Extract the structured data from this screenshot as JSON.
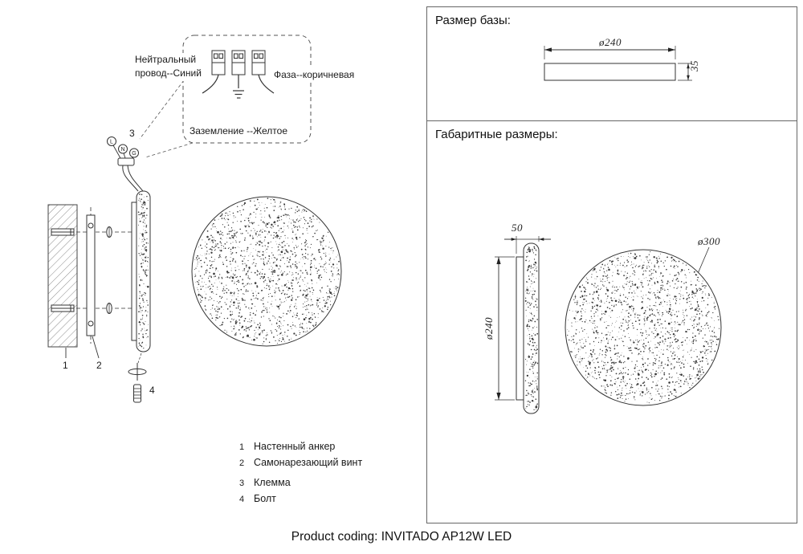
{
  "panel": {
    "base_title": "Размер базы:",
    "overall_title": "Габаритные размеры:",
    "dims": {
      "base_diameter": "ø240",
      "base_height": "35",
      "depth": "50",
      "side_diameter": "ø240",
      "front_diameter": "ø300"
    }
  },
  "wiring": {
    "neutral": "Нейтральный провод--Синий",
    "phase": "Фаза--коричневая",
    "ground": "Заземление --Желтое",
    "terminals": {
      "l": "L",
      "n": "N",
      "g": "G"
    }
  },
  "callouts": {
    "c1": "1",
    "c2": "2",
    "c3": "3",
    "c4": "4"
  },
  "legend": {
    "items": [
      {
        "num": "1",
        "label": "Настенный анкер"
      },
      {
        "num": "2",
        "label": "Самонарезающий винт"
      },
      {
        "num": "3",
        "label": "Клемма"
      },
      {
        "num": "4",
        "label": "Болт"
      }
    ]
  },
  "footer": {
    "product_coding": "Product coding: INVITADO AP12W LED"
  }
}
